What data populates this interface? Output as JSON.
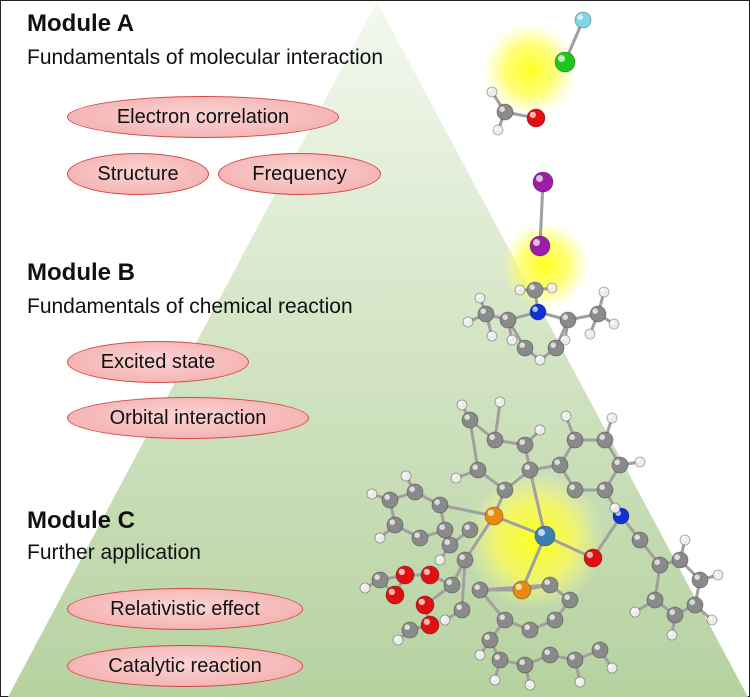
{
  "modules": [
    {
      "title": "Module A",
      "subtitle": "Fundamentals of molecular interaction",
      "topics": [
        "Electron correlation",
        "Structure",
        "Frequency"
      ]
    },
    {
      "title": "Module B",
      "subtitle": "Fundamentals of chemical reaction",
      "topics": [
        "Excited state",
        "Orbital interaction"
      ]
    },
    {
      "title": "Module C",
      "subtitle": "Further application",
      "topics": [
        "Relativistic effect",
        "Catalytic reaction"
      ]
    }
  ],
  "colors": {
    "pyramid_top": "#f4f8ef",
    "pyramid_bottom": "#b6d2a0",
    "pill_fill": "#f6bcbc",
    "pill_border": "#d24a4a",
    "highlight_glow": "#ffff3a",
    "atom_carbon": "#8a8a8a",
    "atom_hydrogen": "#ececec",
    "atom_oxygen": "#e01010",
    "atom_nitrogen": "#1030d8",
    "atom_phosphorus": "#e88a10",
    "atom_iodine": "#9c1ea8",
    "atom_fluorine": "#7fd6e8",
    "atom_chlorine": "#22c422",
    "atom_metal": "#3a7fb0"
  }
}
